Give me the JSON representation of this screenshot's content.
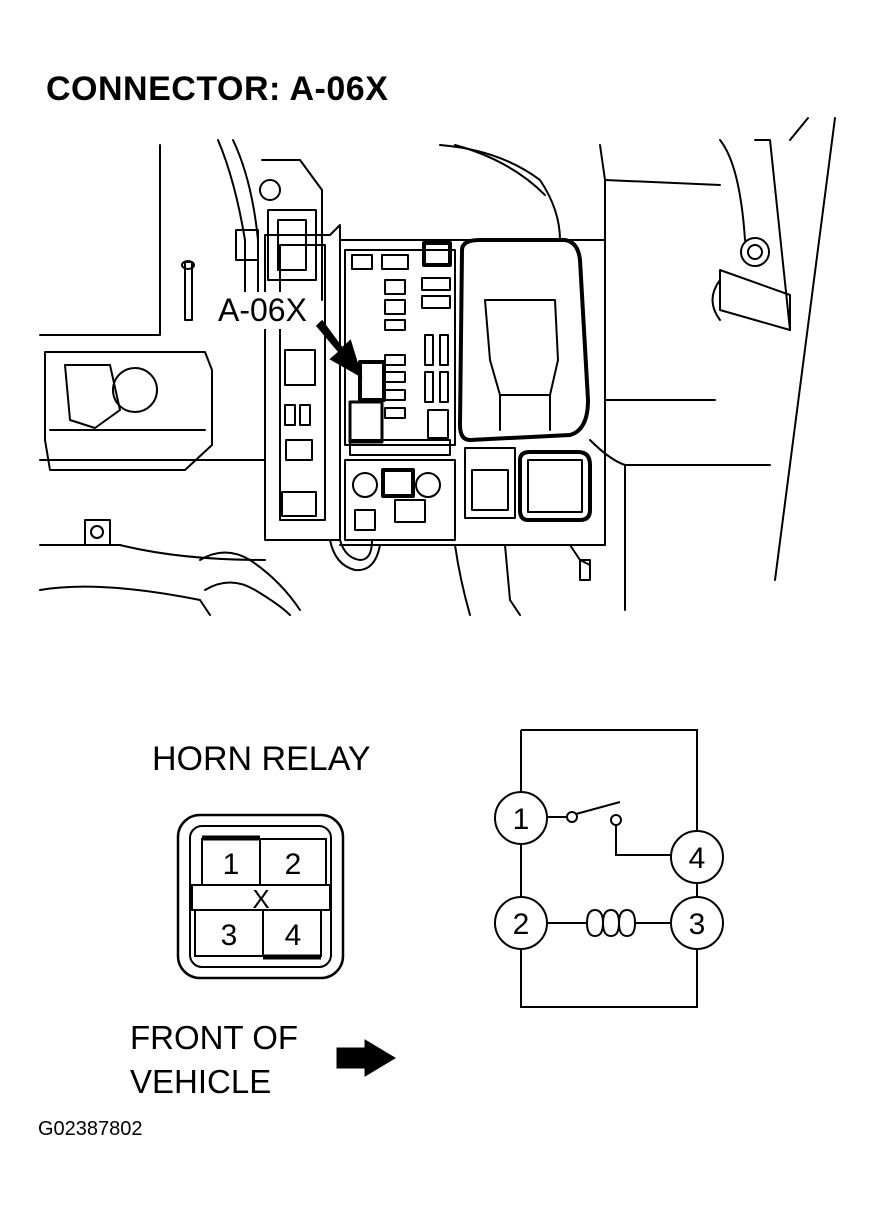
{
  "title": "CONNECTOR: A-06X",
  "callout_label": "A-06X",
  "relay": {
    "title": "HORN RELAY",
    "connector_pins": [
      "1",
      "2",
      "3",
      "4"
    ],
    "center_mark": "X"
  },
  "schematic": {
    "terminals": [
      "1",
      "4",
      "2",
      "3"
    ]
  },
  "front_label_line1": "FRONT OF",
  "front_label_line2": "VEHICLE",
  "figure_id": "G02387802"
}
